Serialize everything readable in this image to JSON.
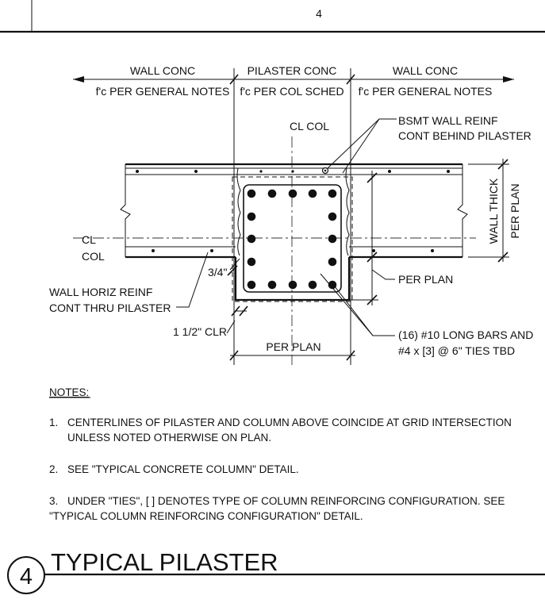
{
  "header": {
    "page_number": "4"
  },
  "dims": {
    "wall_conc_left": "WALL CONC",
    "fc_general_left": "f'c PER GENERAL NOTES",
    "pilaster_conc": "PILASTER CONC",
    "fc_col_sched": "f'c PER COL SCHED",
    "wall_conc_right": "WALL CONC",
    "fc_general_right": "f'c PER GENERAL NOTES"
  },
  "labels": {
    "cl_col": "CL COL",
    "bsmt_line1": "BSMT WALL REINF",
    "bsmt_line2": "CONT BEHIND PILASTER",
    "wall_thick": "WALL THICK",
    "per_plan_vertical": "PER PLAN",
    "cl": "CL",
    "col": "COL",
    "three_quarter": "3/4\"",
    "per_plan_right": "PER PLAN",
    "horiz_line1": "WALL HORIZ REINF",
    "horiz_line2": "CONT THRU PILASTER",
    "clr": "1 1/2\" CLR",
    "long_bars_line1": "(16) #10 LONG BARS AND",
    "long_bars_line2": "#4 x [3] @ 6\" TIES TBD",
    "per_plan_bottom": "PER PLAN"
  },
  "notes": {
    "heading": "NOTES:",
    "items": [
      {
        "num": "1.",
        "line1": "CENTERLINES OF PILASTER AND COLUMN ABOVE COINCIDE AT GRID INTERSECTION",
        "line2": "UNLESS NOTED OTHERWISE ON PLAN."
      },
      {
        "num": "2.",
        "line1": "SEE \"TYPICAL CONCRETE COLUMN\" DETAIL.",
        "line2": ""
      },
      {
        "num": "3.",
        "line1": "UNDER \"TIES\", [ ] DENOTES TYPE OF COLUMN REINFORCING CONFIGURATION. SEE",
        "line2": "\"TYPICAL COLUMN REINFORCING CONFIGURATION\" DETAIL."
      }
    ]
  },
  "title_block": {
    "detail_number": "4",
    "title": "TYPICAL PILASTER"
  }
}
